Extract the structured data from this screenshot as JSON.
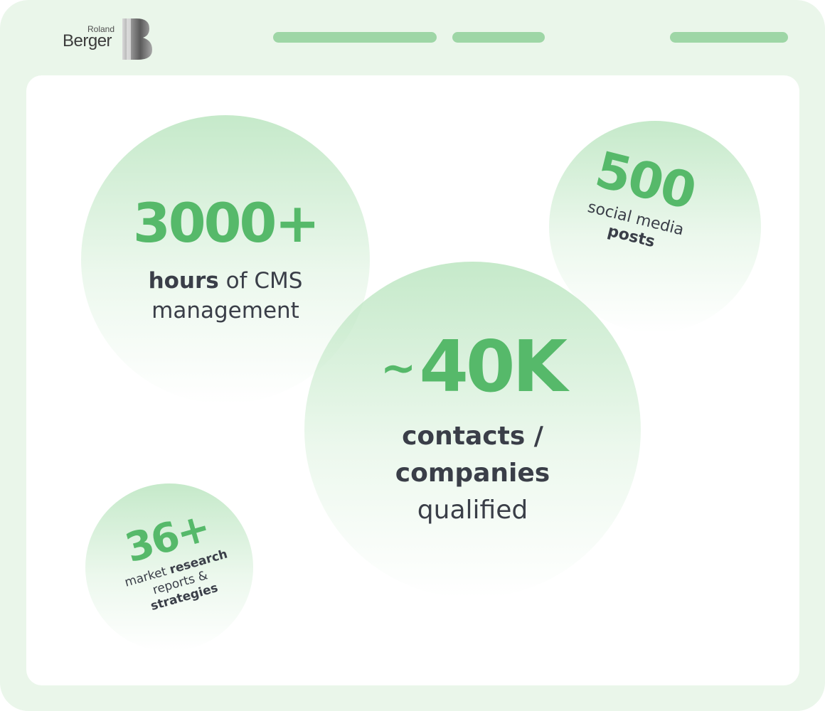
{
  "header": {
    "logo": {
      "line1": "Roland",
      "line2": "Berger",
      "mark": "B"
    }
  },
  "stats": {
    "hours": {
      "value": "3000+",
      "bold": "hours",
      "text1": " of CMS",
      "text2": "management"
    },
    "posts": {
      "value": "500",
      "text": "social media",
      "bold": "posts"
    },
    "contacts": {
      "prefix": "~",
      "value": "40K",
      "bold1": "contacts /",
      "bold2": "companies",
      "text": "qualified"
    },
    "reports": {
      "value": "36+",
      "text1": "market ",
      "bold1": "research",
      "text2": "reports &",
      "bold2": "strategies"
    }
  },
  "colors": {
    "accent": "#56b96a",
    "nav_bar": "#9ed6a6",
    "frame_bg": "#eaf6ea",
    "text": "#3a3e48"
  }
}
